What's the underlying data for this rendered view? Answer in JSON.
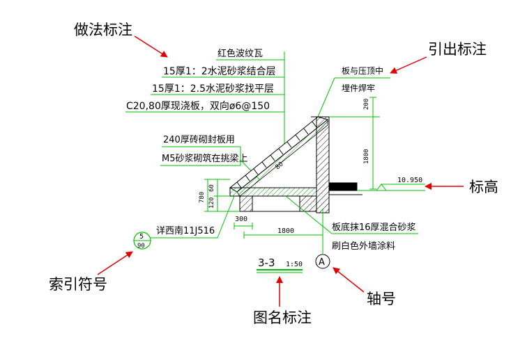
{
  "callouts": {
    "practice_note": "做法标注",
    "lead_note": "引出标注",
    "elevation": "标高",
    "index_symbol": "索引符号",
    "axis_number": "轴号",
    "drawing_title": "图名标注"
  },
  "layer_notes": [
    "红色波纹瓦",
    "15厚1：2水泥砂浆结合层",
    "15厚1：2.5水泥砂浆找平层",
    "C20,80厚现浇板，双向ø6@150"
  ],
  "wall_notes": [
    "240厚砖砌封板用",
    "M5砂浆砌筑在挑梁上"
  ],
  "embed_note": [
    "板与压顶中",
    "埋件焊牢"
  ],
  "bottom_notes": [
    "板底抹16厚混合砂浆",
    "刷白色外墙涂料"
  ],
  "index_ref": "详西南11J516",
  "index_symbol": {
    "top": "5",
    "bottom": "90"
  },
  "elevation_value": "10.950",
  "axis_label": "A",
  "drawing": {
    "name": "3-3",
    "scale": "1:50"
  },
  "dimensions": {
    "d200": "200",
    "d1800_v": "1800",
    "d1800_h": "1800",
    "d300": "300",
    "d780": "780",
    "d60": "60",
    "d120": "120",
    "d80": "80"
  },
  "colors": {
    "leader_green": "#00c000",
    "arrow_red": "#e00000",
    "line_black": "#000000"
  }
}
